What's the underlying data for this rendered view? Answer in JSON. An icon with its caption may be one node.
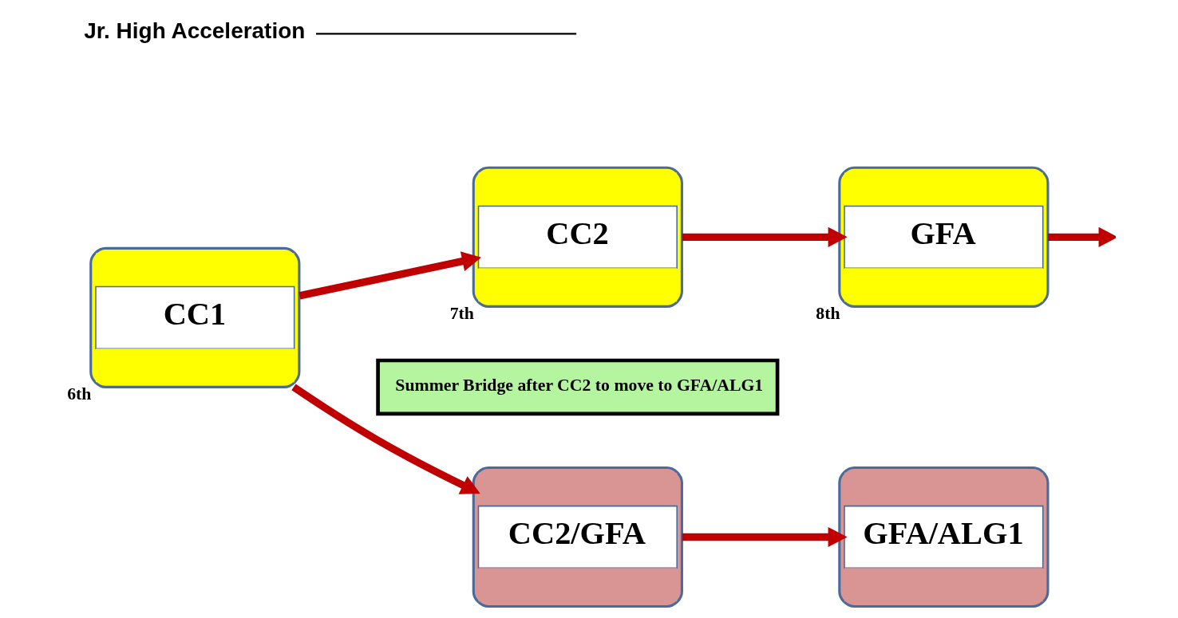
{
  "diagram": {
    "nodes": [
      {
        "text": [
          "CC1"
        ],
        "beside": [
          "6th"
        ]
      },
      {
        "text": [
          "CC2"
        ],
        "beside": [
          "7th"
        ]
      },
      {
        "text": [
          "GFA"
        ],
        "beside": [
          "8th"
        ]
      },
      {
        "text": [
          "Summer Bridge after CC2 to move to GFA/ALG1"
        ]
      },
      {
        "text": [
          "CC2/GFA"
        ]
      },
      {
        "text": [
          "GFA/ALG1"
        ]
      },
      {
        "text": [
          "Jr. High Acceleration"
        ]
      }
    ],
    "edges": [
      {
        "from": 0,
        "to": 1,
        "arrow": "to"
      },
      {
        "from": 1,
        "to": 2,
        "arrow": "to"
      },
      {
        "from": 2,
        "to": null,
        "arrow": "to"
      },
      {
        "from": 0,
        "to": 4,
        "arrow": "to"
      },
      {
        "from": 4,
        "to": 5,
        "arrow": "to"
      },
      {
        "from": 6,
        "to": null,
        "arrow": "none",
        "color": "#000000"
      }
    ]
  }
}
